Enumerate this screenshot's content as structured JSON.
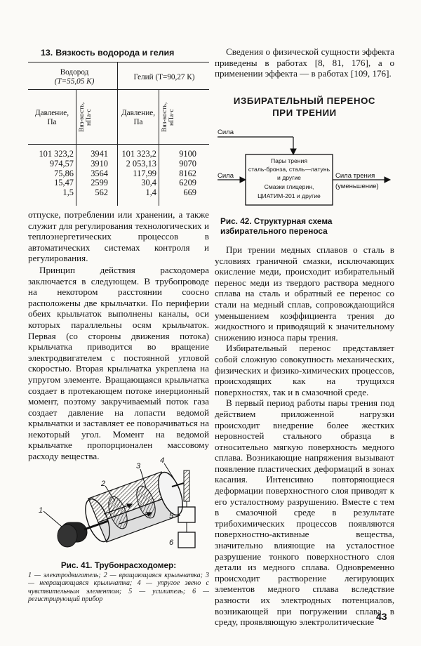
{
  "table": {
    "title_num": "13.",
    "title": "Вязкость водорода и гелия",
    "h2_header_line1": "Водород",
    "h2_header_line2": "(T=55,05 К)",
    "he_header": "Гелий (T=90,27 К)",
    "pressure_line1": "Давление,",
    "pressure_line2": "Па",
    "viscosity": "Вяз-кость, нПа·с",
    "rows": [
      {
        "p1": "101 323,2",
        "v1": "3941",
        "p2": "101 323,2",
        "v2": "9100"
      },
      {
        "p1": "974,57",
        "v1": "3910",
        "p2": "2 053,13",
        "v2": "9070"
      },
      {
        "p1": "75,86",
        "v1": "3564",
        "p2": "117,99",
        "v2": "8162"
      },
      {
        "p1": "15,47",
        "v1": "2599",
        "p2": "30,4",
        "v2": "6209"
      },
      {
        "p1": "1,5",
        "v1": "562",
        "p2": "1,4",
        "v2": "669"
      }
    ]
  },
  "left_text": {
    "p1": "отпуске, потреблении или хранении, а также служит для регулирования технологических и теплоэнергетических процессов в автоматических системах контроля и регулирования.",
    "p2": "Принцип действия расходомера заключается в следующем. В трубопроводе на некотором расстоянии соосно расположены две крыльчатки. По периферии обеих крыльчаток выполнены каналы, оси которых параллельны осям крыльчаток. Первая (со стороны движения потока) крыльчатка приводится во вращение электродвигателем с постоянной угловой скоростью. Вторая крыльчатка укреплена на упругом элементе. Вращающаяся крыльчатка создает в протекающем потоке инерционный момент, поэтому закручиваемый поток газа создает давление на лопасти ведомой крыльчатки и заставляет ее поворачиваться на некоторый угол. Момент на ведомой крыльчатке пропорционален массовому расходу вещества."
  },
  "fig41": {
    "caption": "Рис. 41. Трубонрасходомер:",
    "legend": "1 — электродвигатель; 2 — вращающаяся крыльчатка; 3 — невращающаяся крыльчатка; 4 — упругое звено с чувствительным элементом; 5 — усилитель; 6 — регистрирующий прибор",
    "labels": [
      "1",
      "2",
      "3",
      "4",
      "5",
      "6"
    ]
  },
  "right_text": {
    "intro": "Сведения о физической сущности эффекта приведены в работах [8, 81, 176], а о применении эффекта — в работах [109, 176].",
    "section_line1": "ИЗБИРАТЕЛЬНЫЙ ПЕРЕНОС",
    "section_line2": "ПРИ ТРЕНИИ",
    "p1": "При трении медных сплавов о сталь в условиях граничной смазки, исключающих окисление меди, происходит избирательный перенос меди из твердого раствора медного сплава на сталь и обратный ее перенос со стали на медный сплав, сопровождающийся уменьшением коэффициента трения до жидкостного и приводящий к значительному снижению износа пары трения.",
    "p2": "Избирательный перенос представляет собой сложную совокупность механических, физических и физико-химических процессов, происходящих как на трущихся поверхностях, так и в смазочной среде.",
    "p3": "В первый период работы пары трения под действием приложенной нагрузки происходит внедрение более жестких неровностей стального образца в относительно мягкую поверхность медного сплава. Возникающие напряжения вызывают появление пластических деформаций в зонах касания. Интенсивно повторяющиеся деформации поверхностного слоя приводят к его усталостному разрушению. Вместе с тем в смазочной среде в результате трибохимических процессов появляются поверхностно-активные вещества, значительно влияющие на усталостное разрушение тонкого поверхностного слоя детали из медного сплава. Одновременно происходит растворение легирующих элементов медного сплава вследствие разности их электродных потенциалов, возникающей при погружении сплава в среду, проявляющую электролитические"
  },
  "fig42": {
    "caption": "Рис. 42. Структурная схема избирательного переноса",
    "input_top": "Сила",
    "input_left": "Сила",
    "output_line1": "Сила трения",
    "output_line2": "(уменьшение)",
    "box_lines": [
      "Пары трения",
      "сталь-бронза, сталь—латунь",
      "и другие",
      "Смазки глицерин,",
      "ЦИАТИМ-201 и другие"
    ]
  },
  "page_number": "43"
}
